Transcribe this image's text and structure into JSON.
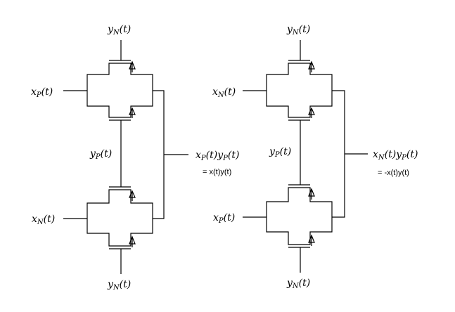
{
  "left_circuit": {
    "top_out": {
      "var": "y",
      "sub": "N",
      "arg": "(t)"
    },
    "upper_in": {
      "var": "x",
      "sub": "P",
      "arg": "(t)"
    },
    "middle": {
      "var": "y",
      "sub": "P",
      "arg": "(t)"
    },
    "lower_in": {
      "var": "x",
      "sub": "N",
      "arg": "(t)"
    },
    "bottom_out": {
      "var": "y",
      "sub": "N",
      "arg": "(t)"
    },
    "output": {
      "v1": "x",
      "s1": "P",
      "a1": "(t)",
      "v2": "y",
      "s2": "P",
      "a2": "(t)"
    },
    "output_note": "= x(t)y(t)"
  },
  "right_circuit": {
    "top_out": {
      "var": "y",
      "sub": "N",
      "arg": "(t)"
    },
    "upper_in": {
      "var": "x",
      "sub": "N",
      "arg": "(t)"
    },
    "middle": {
      "var": "y",
      "sub": "P",
      "arg": "(t)"
    },
    "lower_in": {
      "var": "x",
      "sub": "P",
      "arg": "(t)"
    },
    "bottom_out": {
      "var": "y",
      "sub": "N",
      "arg": "(t)"
    },
    "output": {
      "v1": "x",
      "s1": "N",
      "a1": "(t)",
      "v2": "y",
      "s2": "P",
      "a2": "(t)"
    },
    "output_note": "= -x(t)y(t)"
  }
}
